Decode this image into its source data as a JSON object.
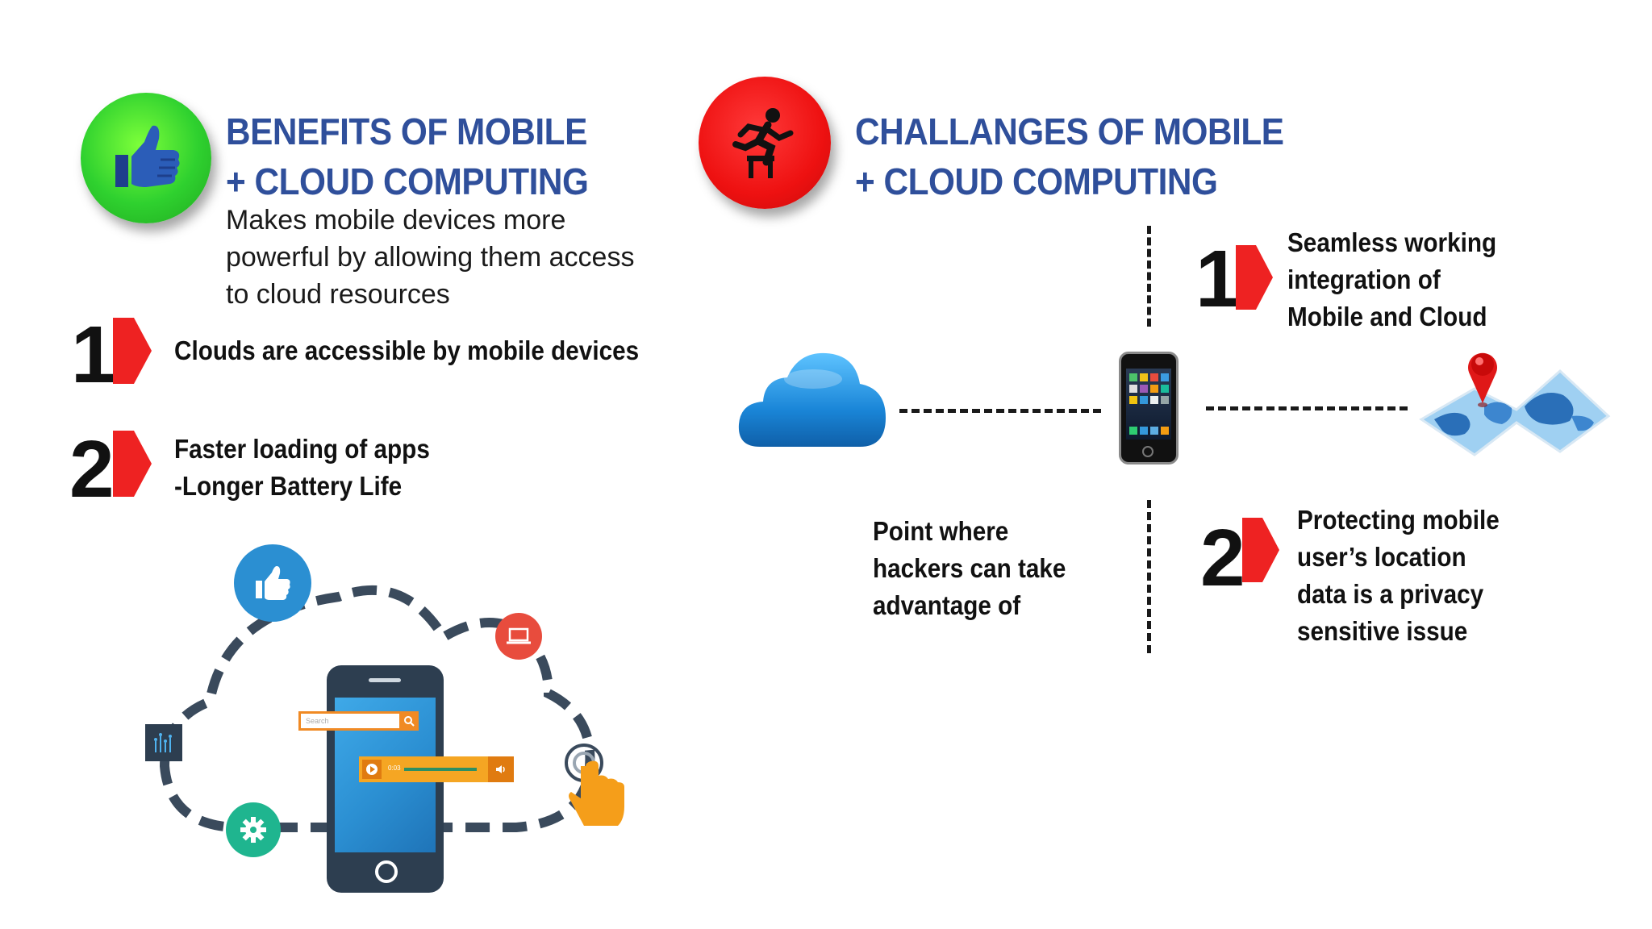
{
  "benefits": {
    "heading_line1": "BENEFITS OF MOBILE",
    "heading_line2": "+ CLOUD COMPUTING",
    "desc_line1": "Makes mobile devices more",
    "desc_line2": "powerful by allowing them access",
    "desc_line3": "to cloud resources",
    "items": [
      {
        "number": "1",
        "line1": "Clouds are accessible by mobile devices"
      },
      {
        "number": "2",
        "line1": "Faster loading of apps",
        "line2": "-Longer Battery Life"
      }
    ],
    "badge_icon": "thumbs-up-icon",
    "badge_color": "#2fd12f"
  },
  "challenges": {
    "heading_line1": "CHALLANGES OF MOBILE",
    "heading_line2": "+ CLOUD COMPUTING",
    "badge_icon": "hurdle-runner-icon",
    "badge_color": "#ee1111",
    "items": [
      {
        "number": "1",
        "line1": "Seamless working",
        "line2": "integration of",
        "line3": "Mobile and Cloud"
      },
      {
        "number": "2",
        "line1": "Protecting mobile",
        "line2": "user’s location",
        "line3": "data is a privacy",
        "line4": "sensitive issue"
      }
    ],
    "hackers_line1": "Point where",
    "hackers_line2": "hackers can take",
    "hackers_line3": "advantage of"
  },
  "illustration": {
    "search_placeholder": "Search",
    "player_time": "0:03"
  },
  "colors": {
    "heading_blue": "#2f4f9b",
    "arrow_red": "#ee2222",
    "cloud_blue": "#1a86d8",
    "dashed_cloud": "#3a4a5c"
  }
}
